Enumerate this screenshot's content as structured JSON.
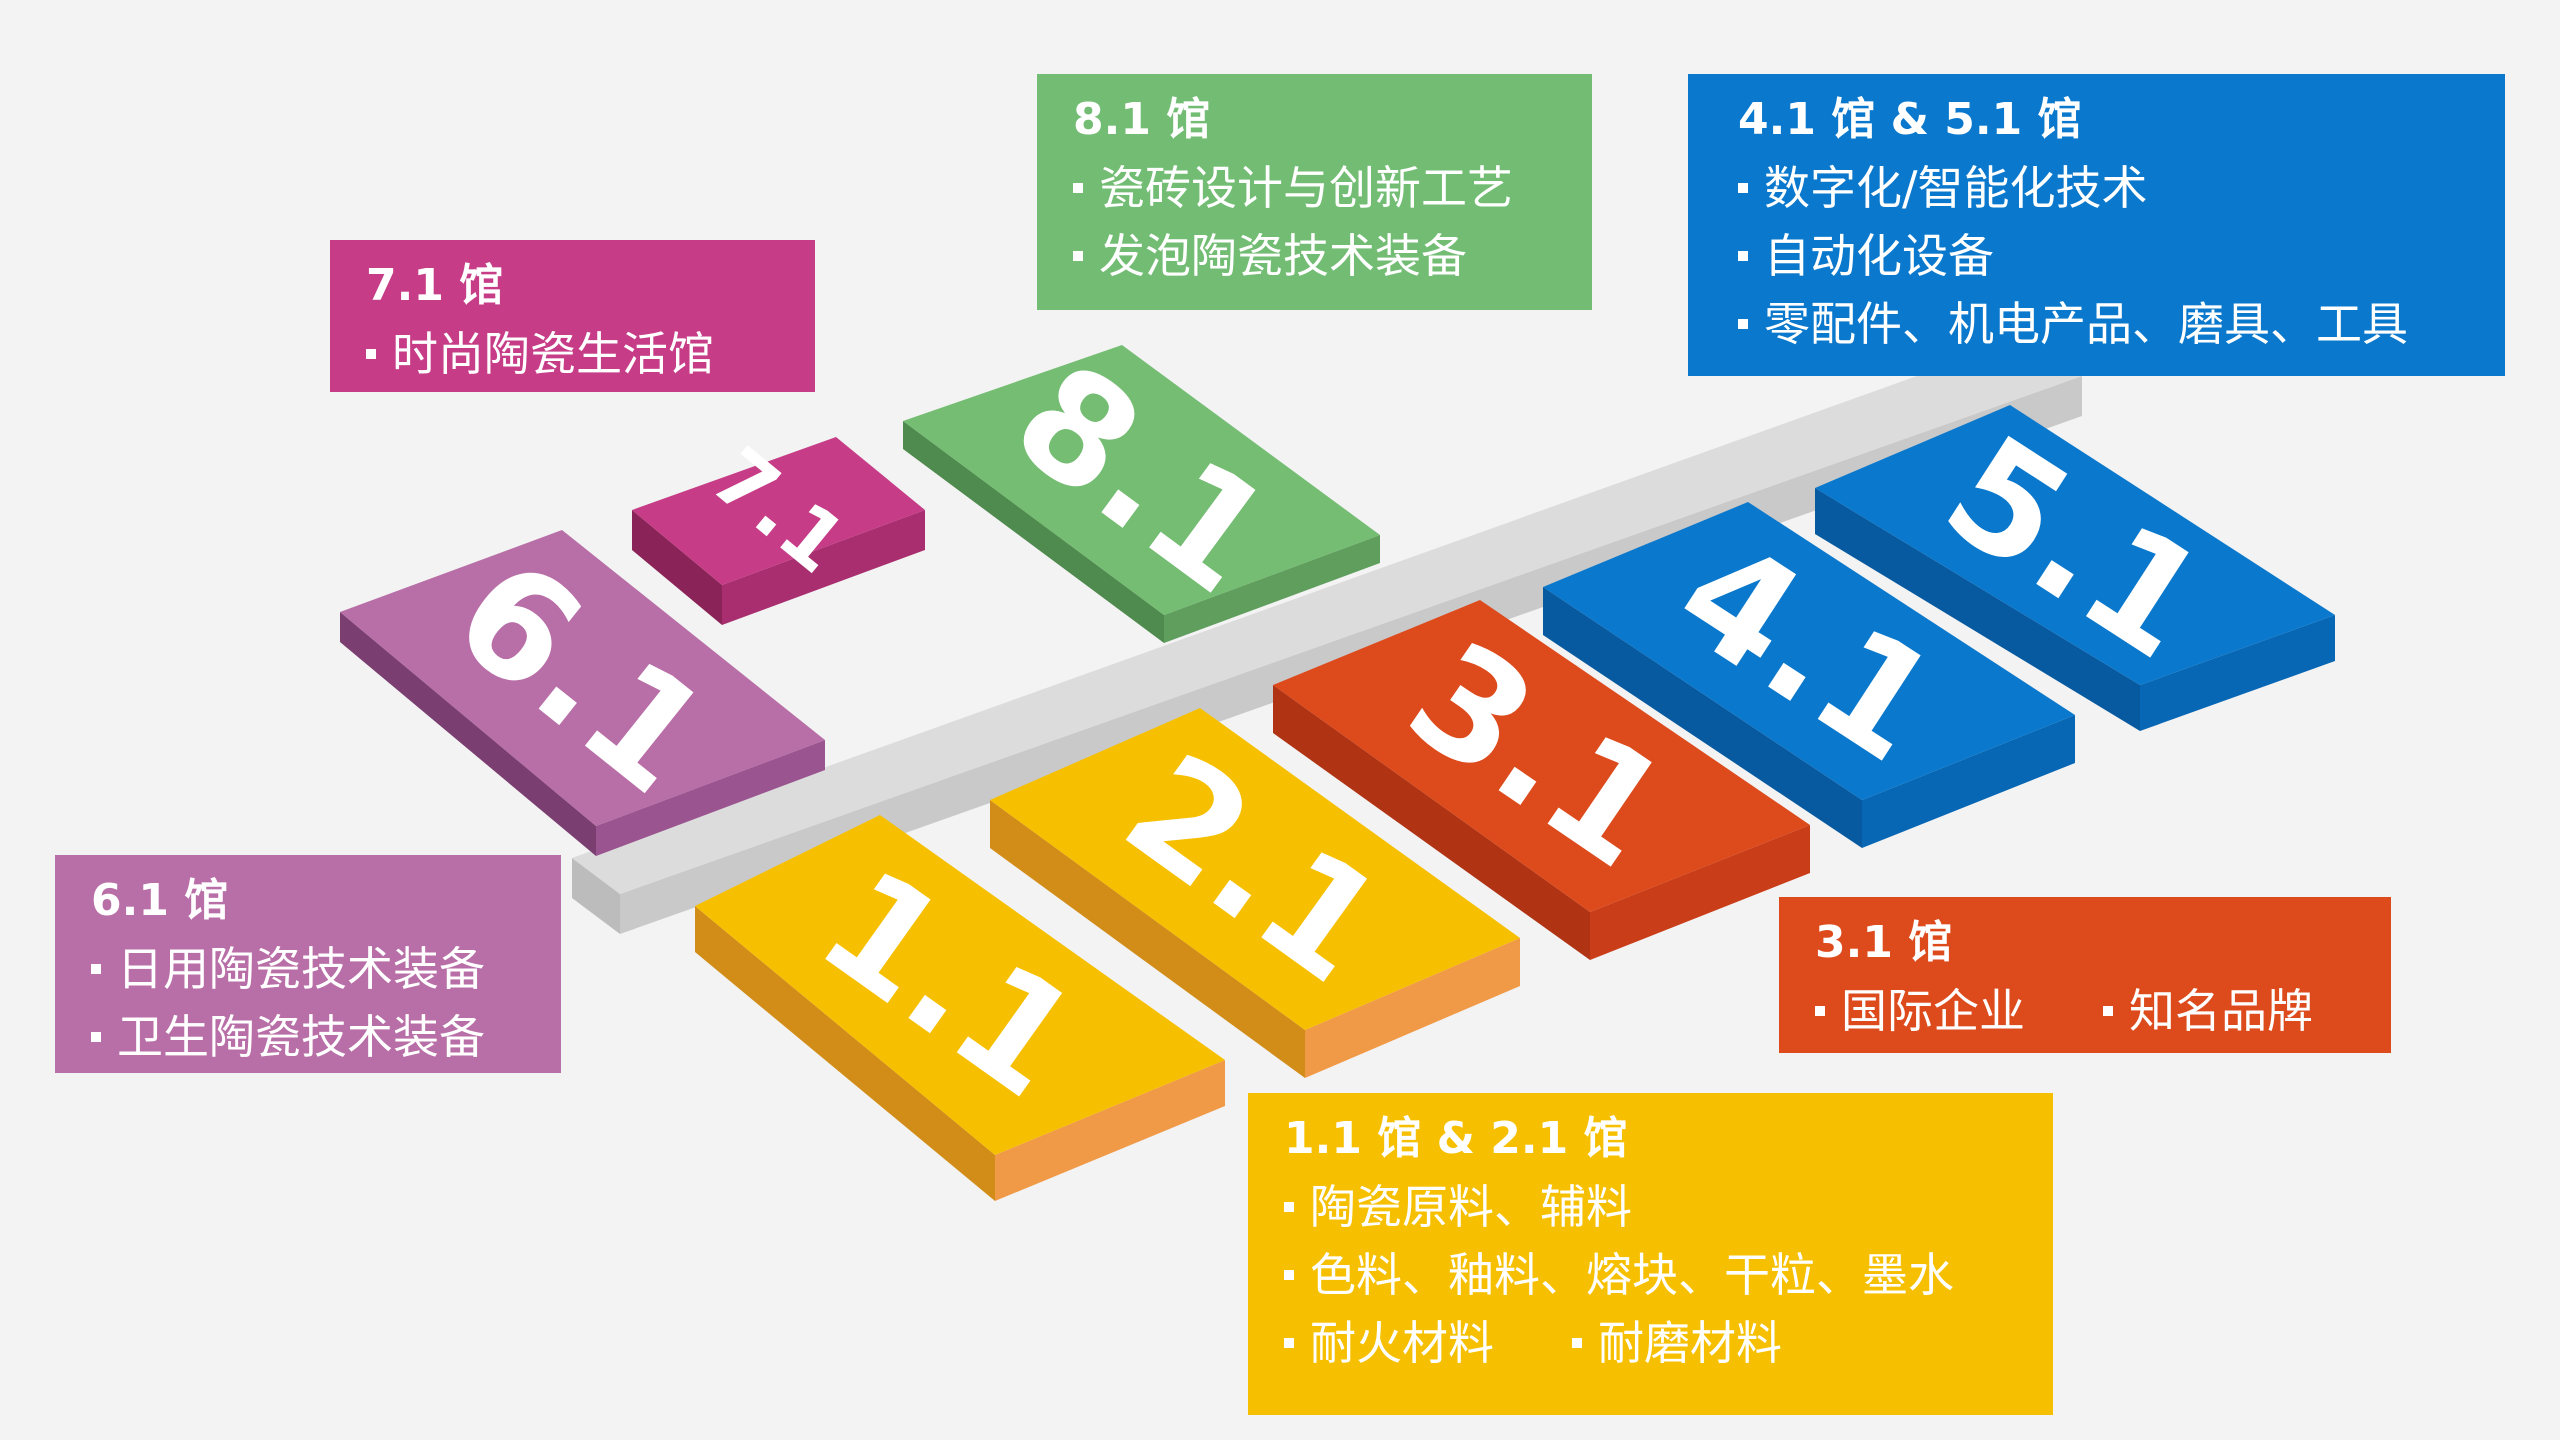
{
  "halls": [
    {
      "id": "6.1",
      "label": "6.1",
      "top": "#b86ea6",
      "side": "#7a3f70",
      "front": "#9a5490"
    },
    {
      "id": "7.1",
      "label": "7.1",
      "top": "#c63c86",
      "side": "#8a2458",
      "front": "#a82e70"
    },
    {
      "id": "8.1",
      "label": "8.1",
      "top": "#74bd72",
      "side": "#4f8a4e",
      "front": "#5f9e5d"
    },
    {
      "id": "1.1",
      "label": "1.1",
      "top": "#f6c000",
      "side": "#d28d18",
      "front": "#f09a48"
    },
    {
      "id": "2.1",
      "label": "2.1",
      "top": "#f6c000",
      "side": "#d28d18",
      "front": "#f09a48"
    },
    {
      "id": "3.1",
      "label": "3.1",
      "top": "#dd4a1c",
      "side": "#b03414",
      "front": "#c93d18"
    },
    {
      "id": "4.1",
      "label": "4.1",
      "top": "#0a78cc",
      "side": "#075aa0",
      "front": "#0867b4"
    },
    {
      "id": "5.1",
      "label": "5.1",
      "top": "#0a78cc",
      "side": "#075aa0",
      "front": "#0867b4"
    }
  ],
  "cards": {
    "hall_8_1": {
      "title": "8.1 馆",
      "color": "#72bd73",
      "rows": [
        [
          "瓷砖设计与创新工艺"
        ],
        [
          "发泡陶瓷技术装备"
        ]
      ]
    },
    "hall_4_5": {
      "title": "4.1 馆 & 5.1 馆",
      "color": "#0a78cc",
      "rows": [
        [
          "数字化/智能化技术"
        ],
        [
          "自动化设备"
        ],
        [
          "零配件、机电产品、磨具、工具"
        ]
      ]
    },
    "hall_7_1": {
      "title": "7.1 馆",
      "color": "#c63c86",
      "rows": [
        [
          "时尚陶瓷生活馆"
        ]
      ]
    },
    "hall_6_1": {
      "title": "6.1 馆",
      "color": "#b86ea6",
      "rows": [
        [
          "日用陶瓷技术装备"
        ],
        [
          "卫生陶瓷技术装备"
        ]
      ]
    },
    "hall_3_1": {
      "title": "3.1 馆",
      "color": "#dd4a1c",
      "rows": [
        [
          "国际企业",
          "知名品牌"
        ]
      ]
    },
    "hall_1_2": {
      "title": "1.1 馆 & 2.1 馆",
      "color": "#f6c000",
      "rows": [
        [
          "陶瓷原料、辅料"
        ],
        [
          "色料、釉料、熔块、干粒、墨水"
        ],
        [
          "耐火材料",
          "耐磨材料"
        ]
      ]
    }
  }
}
